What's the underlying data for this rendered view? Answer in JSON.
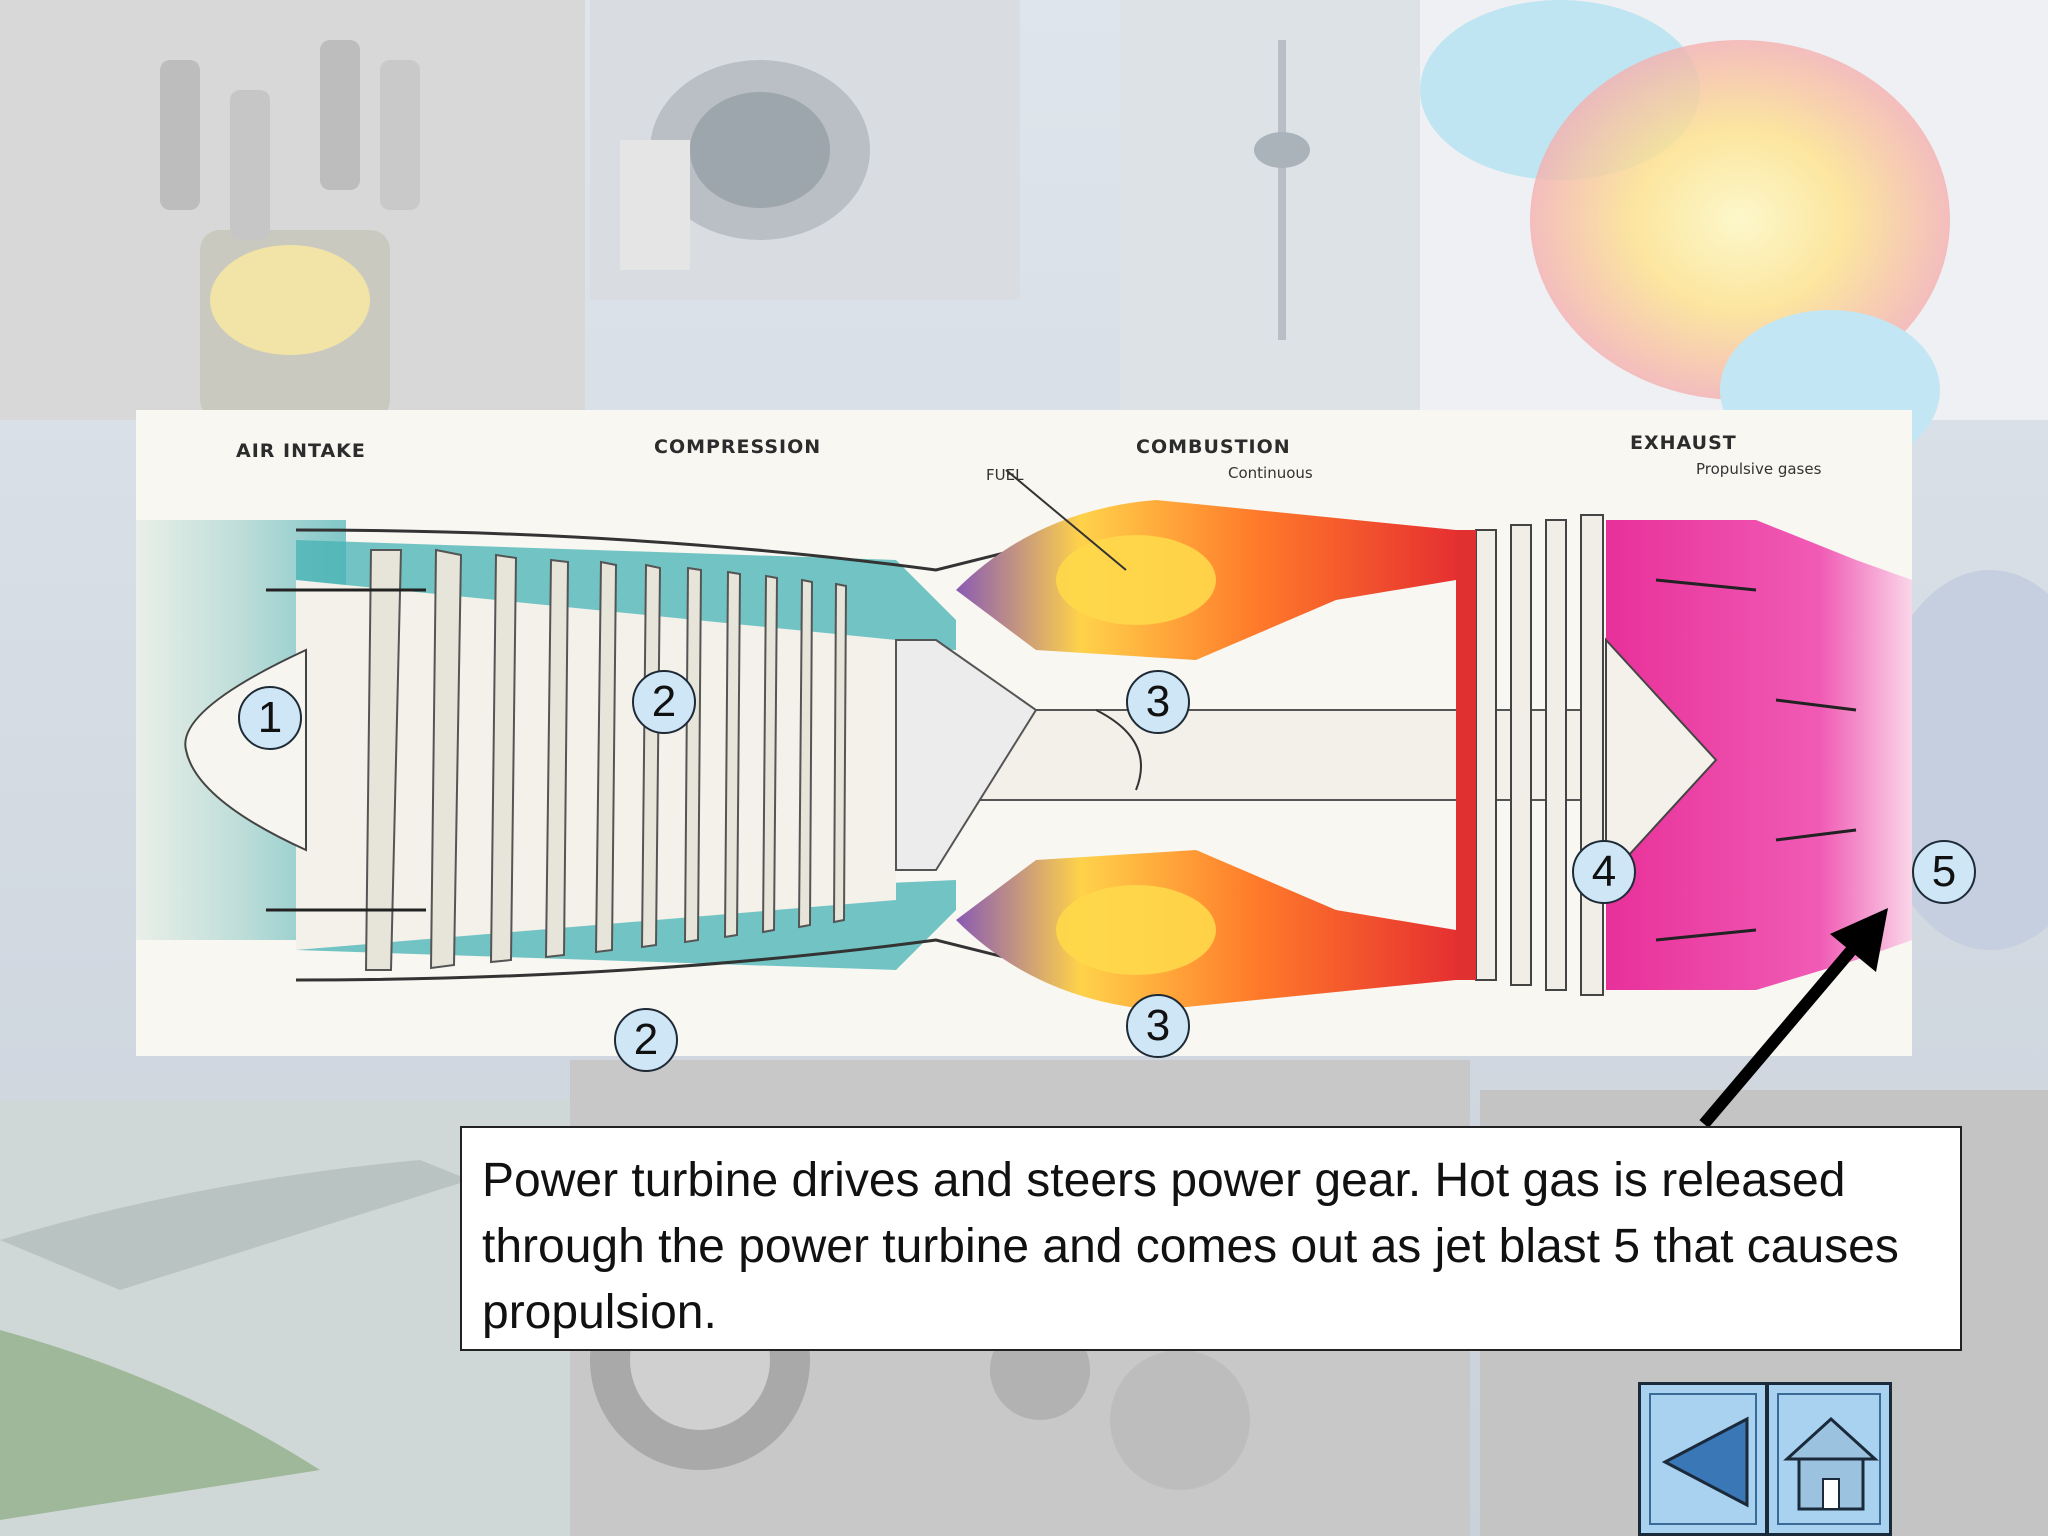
{
  "diagram": {
    "stages": [
      {
        "id": "air_intake",
        "label": "AIR INTAKE"
      },
      {
        "id": "compression",
        "label": "COMPRESSION"
      },
      {
        "id": "combustion",
        "label": "COMBUSTION",
        "sublabel": "Continuous"
      },
      {
        "id": "exhaust",
        "label": "EXHAUST",
        "sublabel": "Propulsive gases"
      }
    ],
    "fuel_label": "FUEL",
    "markers": [
      "1",
      "2",
      "3",
      "4",
      "5",
      "2",
      "3"
    ]
  },
  "caption": {
    "text": "Power turbine drives and steers power gear. Hot gas is released through the power turbine and comes out as jet blast 5 that causes propulsion."
  },
  "nav": {
    "back_icon": "triangle-left-icon",
    "home_icon": "house-icon"
  }
}
